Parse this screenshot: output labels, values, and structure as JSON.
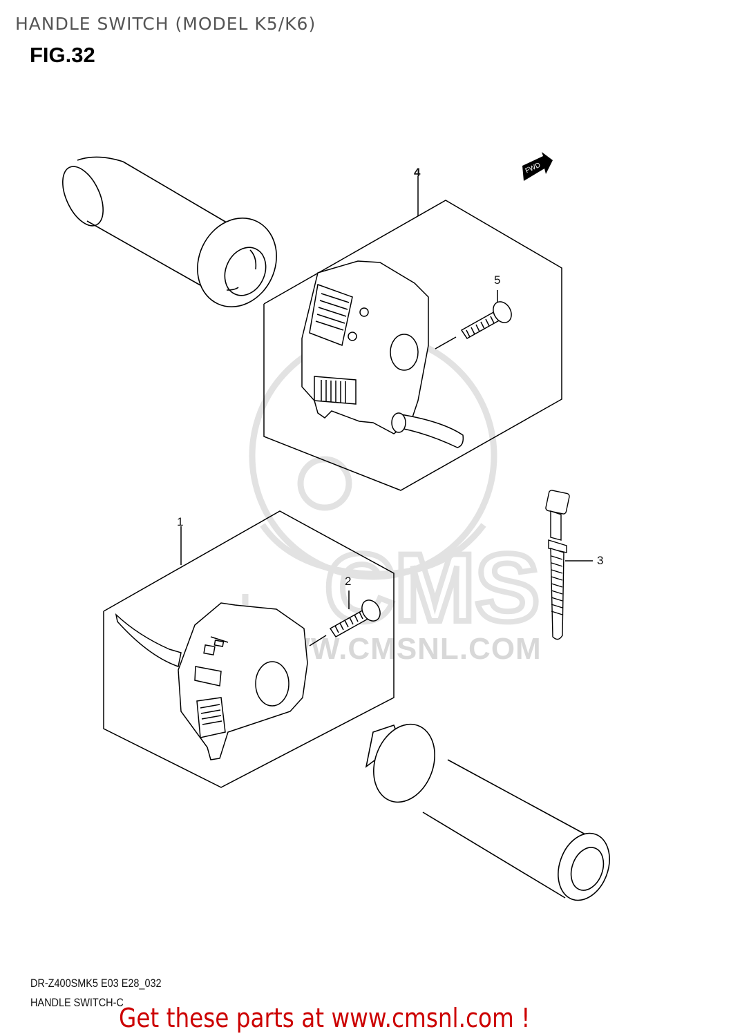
{
  "header": {
    "title": "HANDLE SWITCH (MODEL K5/K6)",
    "figure": "FIG.32"
  },
  "diagram": {
    "orientation_badge": "FWD",
    "callouts": [
      {
        "number": "1",
        "part": "left handle switch assembly"
      },
      {
        "number": "2",
        "part": "screw"
      },
      {
        "number": "3",
        "part": "cable tie / clamp"
      },
      {
        "number": "4",
        "part": "right handle switch assembly"
      },
      {
        "number": "5",
        "part": "screw"
      }
    ],
    "parts": [
      {
        "name": "left-grip"
      },
      {
        "name": "throttle-grip"
      }
    ],
    "watermark": {
      "logo": "CMS",
      "url": "WWW.CMSNL.COM"
    }
  },
  "footer": {
    "model_code": "DR-Z400SMK5 E03 E28_032",
    "section_name": "HANDLE SWITCH-C",
    "cta": "Get these parts at www.cmsnl.com !",
    "cta_color": "#cc0000"
  }
}
